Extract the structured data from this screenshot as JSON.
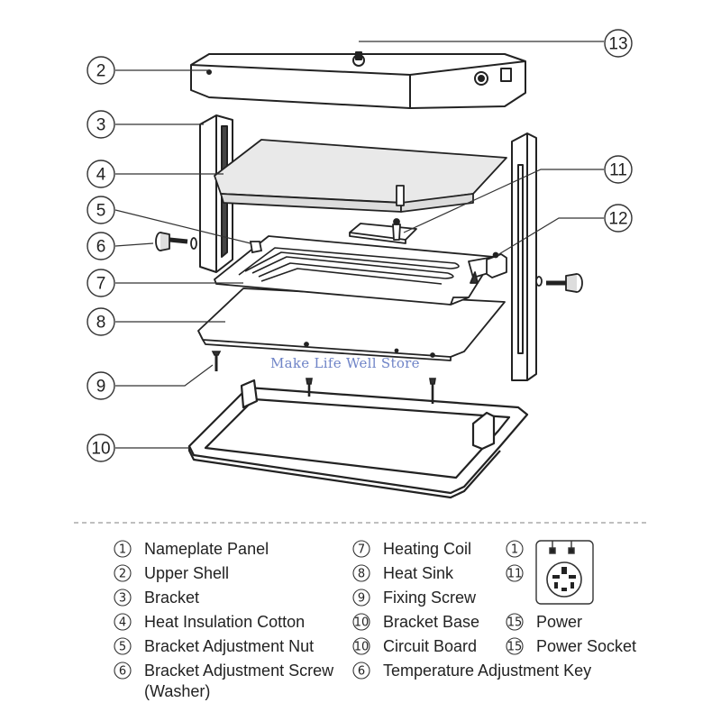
{
  "watermark": "Make Life Well Store",
  "callouts": {
    "c2": "2",
    "c3": "3",
    "c4": "4",
    "c5": "5",
    "c6": "6",
    "c7": "7",
    "c8": "8",
    "c9": "9",
    "c10": "10",
    "c11": "11",
    "c12": "12",
    "c13": "13"
  },
  "legend": {
    "col1": [
      {
        "num": "1",
        "label": "Nameplate Panel"
      },
      {
        "num": "2",
        "label": "Upper Shell"
      },
      {
        "num": "3",
        "label": "Bracket"
      },
      {
        "num": "4",
        "label": "Heat Insulation Cotton"
      },
      {
        "num": "5",
        "label": "Bracket Adjustment Nut"
      },
      {
        "num": "6",
        "label": "Bracket Adjustment Screw",
        "label2": "(Washer)"
      }
    ],
    "col2": [
      {
        "num": "7",
        "label": "Heating Coil"
      },
      {
        "num": "8",
        "label": "Heat Sink"
      },
      {
        "num": "9",
        "label": "Fixing Screw"
      },
      {
        "num": "10",
        "label": "Bracket Base"
      },
      {
        "num": "10",
        "label": "Circuit Board"
      },
      {
        "num": "6",
        "label": "Temperature Adjustment Key"
      }
    ],
    "col3": [
      {
        "num": "1"
      },
      {
        "num": "11"
      },
      {
        "num": "15",
        "label": "Power"
      },
      {
        "num": "15",
        "label": "Power Socket"
      }
    ]
  }
}
